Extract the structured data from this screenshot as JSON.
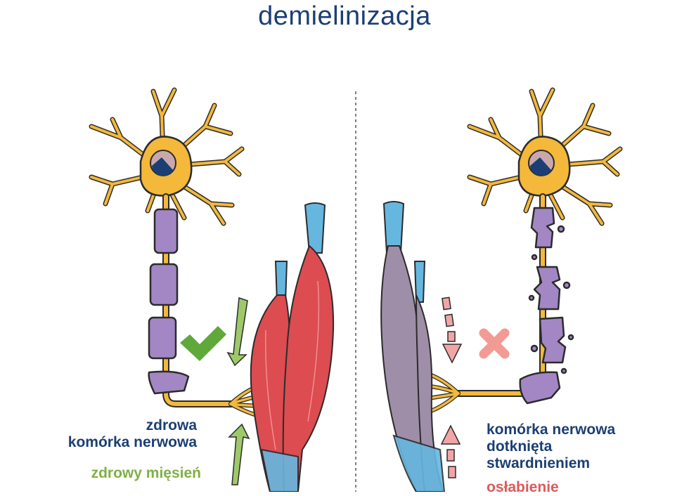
{
  "title": "demielinizacja",
  "left": {
    "cell_label_line1": "zdrowa",
    "cell_label_line2": "komórka nerwowa",
    "muscle_label": "zdrowy mięsień"
  },
  "right": {
    "cell_label_line1": "komórka nerwowa",
    "cell_label_line2": "dotknięta",
    "cell_label_line3": "stwardnieniem",
    "muscle_label": "osłabienie"
  },
  "colors": {
    "title": "#1b3f73",
    "label_blue": "#1b3f73",
    "healthy_green": "#7fb044",
    "damage_red": "#de5a5a",
    "neuron_yellow": "#f4b83a",
    "myelin_purple": "#a287c4",
    "muscle_red": "#dc4c51",
    "tendon_blue": "#66b7e0",
    "weak_muscle_purple": "#9e8ea8"
  },
  "icons": {
    "healthy_mark": "checkmark-icon",
    "damaged_mark": "x-mark-icon"
  }
}
